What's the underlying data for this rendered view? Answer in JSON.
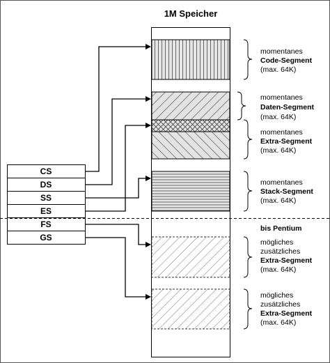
{
  "title": "1M Speicher",
  "registers": [
    "CS",
    "DS",
    "SS",
    "ES",
    "FS",
    "GS"
  ],
  "segments": {
    "code": {
      "line1": "momentanes",
      "line2": "Code-Segment",
      "line3": "(max. 64K)"
    },
    "data": {
      "line1": "momentanes",
      "line2": "Daten-Segment",
      "line3": "(max. 64K)"
    },
    "extra": {
      "line1": "momentanes",
      "line2": "Extra-Segment",
      "line3": "(max. 64K)"
    },
    "stack": {
      "line1": "momentanes",
      "line2": "Stack-Segment",
      "line3": "(max. 64K)"
    },
    "fs_extra": {
      "line1": "mögliches",
      "line2": "zusätzliches",
      "line3": "Extra-Segment",
      "line4": "(max. 64K)"
    },
    "gs_extra": {
      "line1": "mögliches",
      "line2": "zusätzliches",
      "line3": "Extra-Segment",
      "line4": "(max. 64K)"
    }
  },
  "pentium_label": "bis Pentium"
}
